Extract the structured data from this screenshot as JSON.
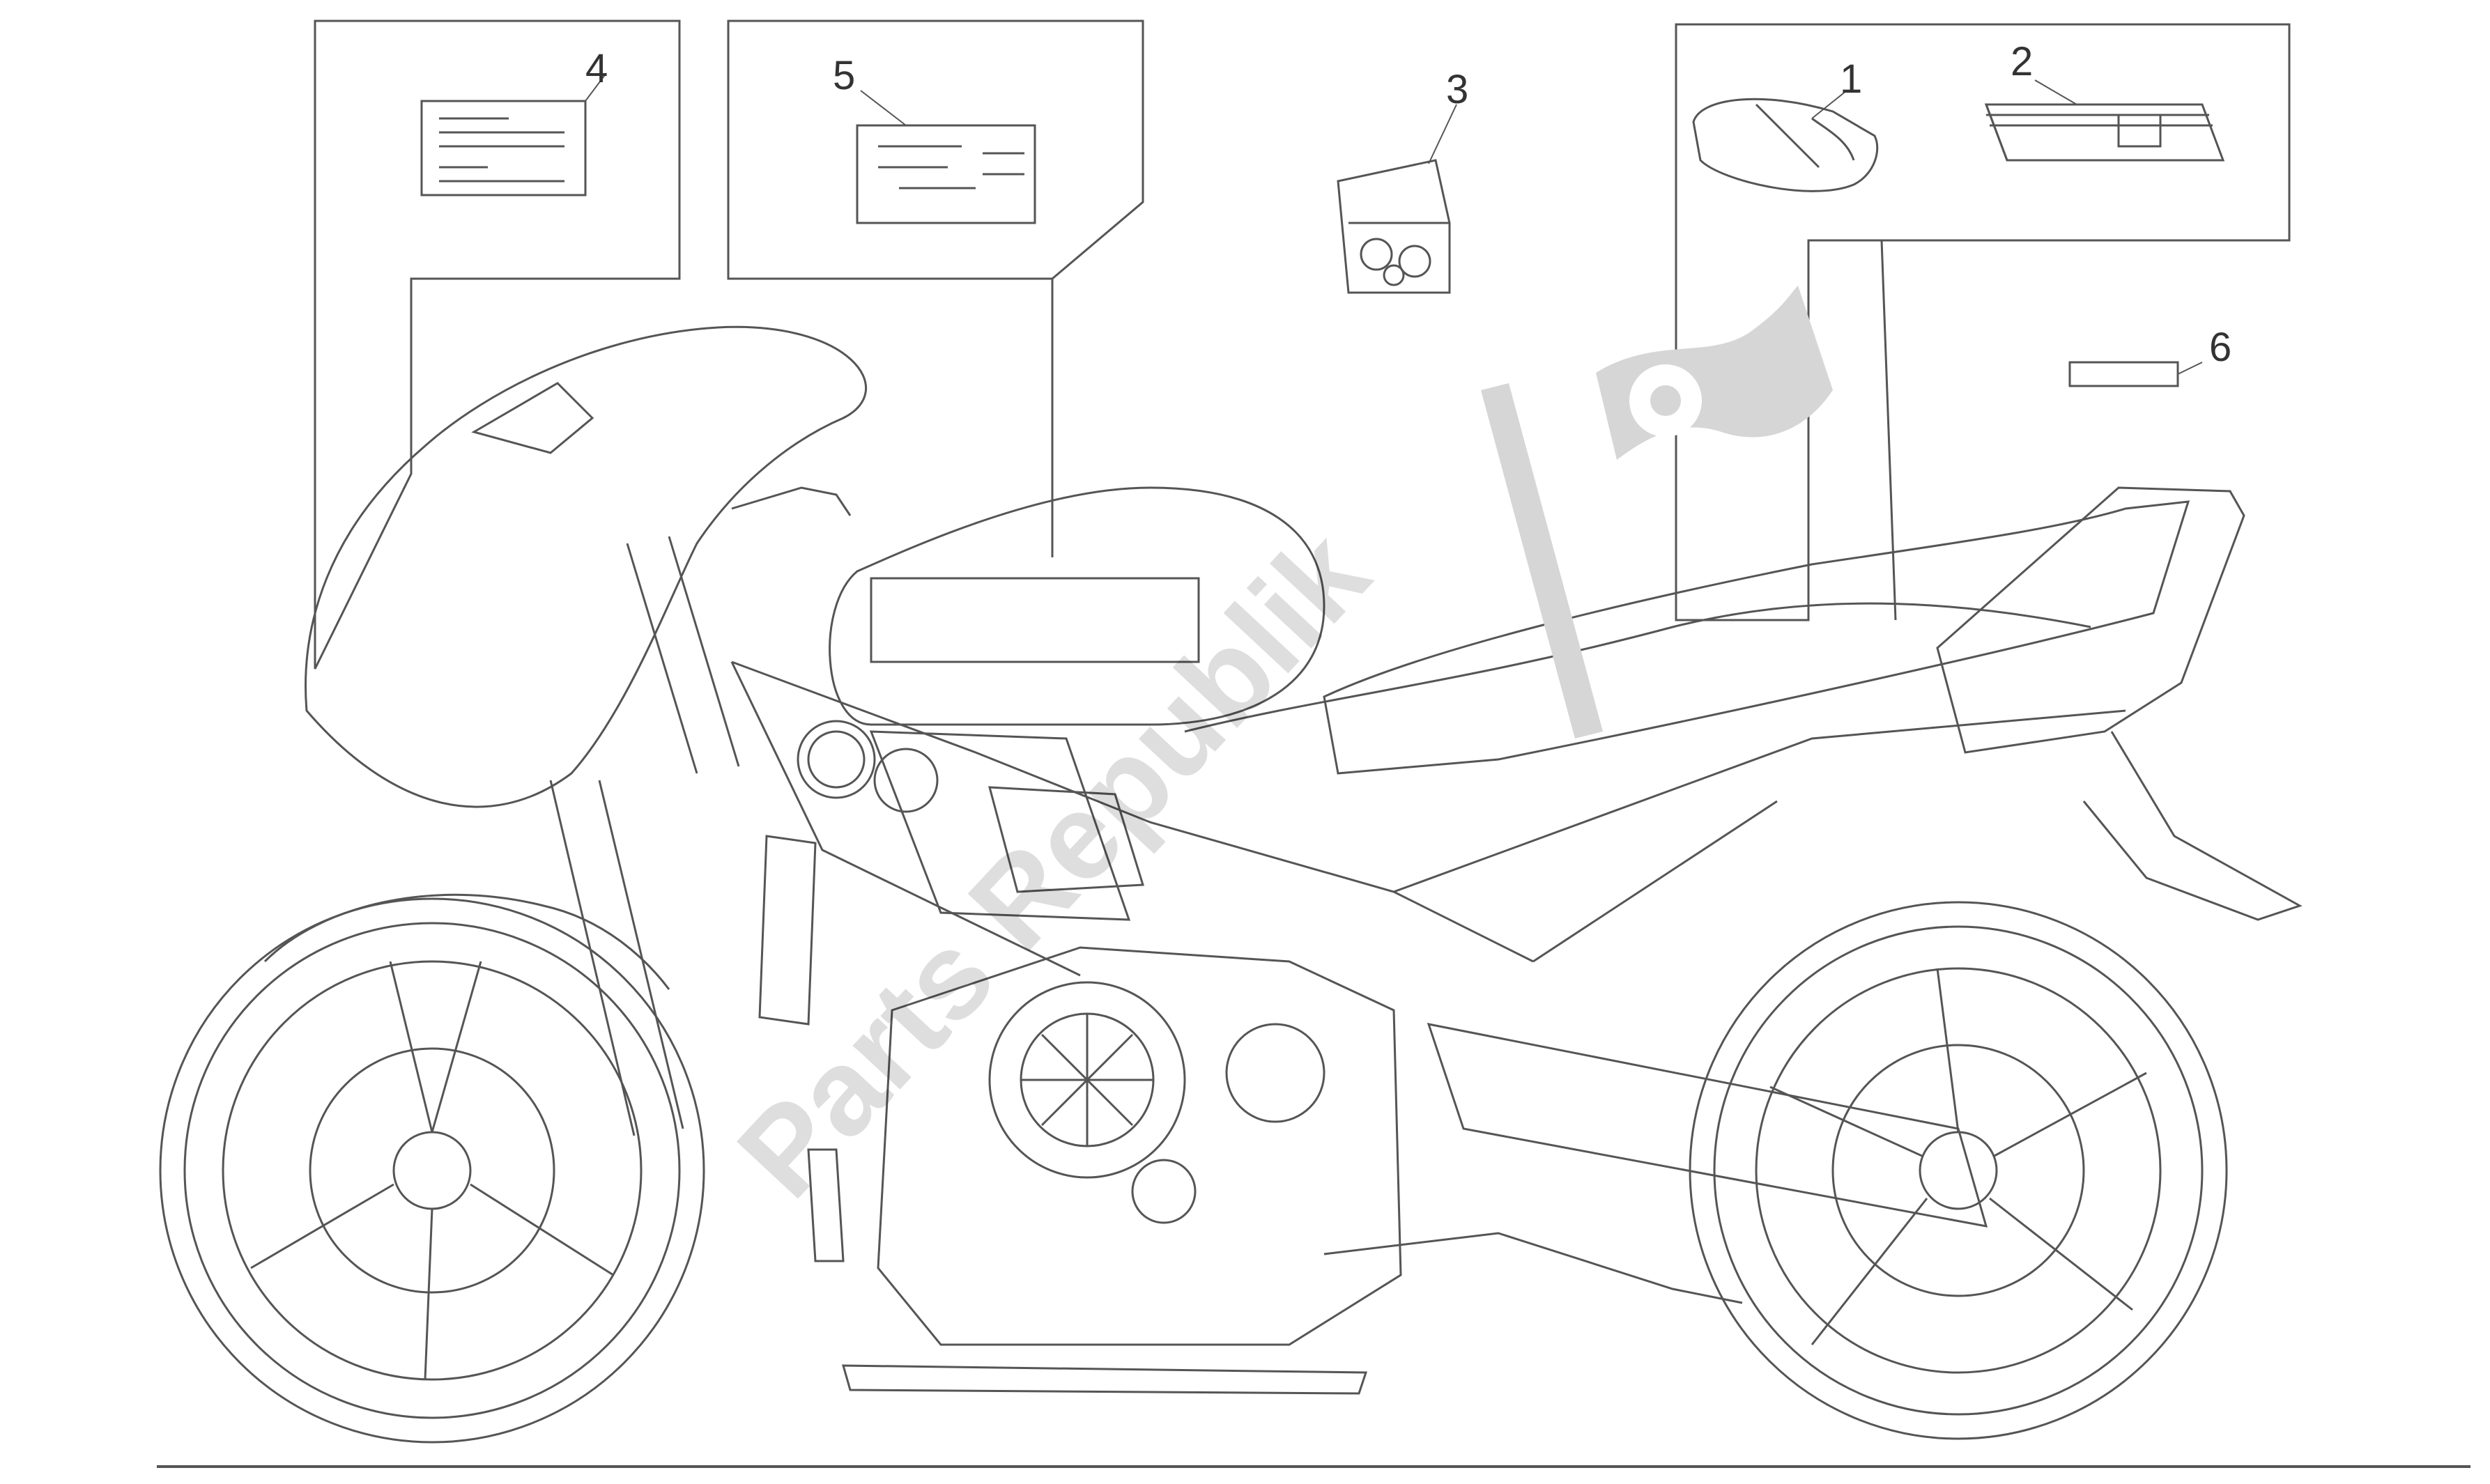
{
  "diagram": {
    "callouts": [
      {
        "id": "1",
        "label": "1"
      },
      {
        "id": "2",
        "label": "2"
      },
      {
        "id": "3",
        "label": "3"
      },
      {
        "id": "4",
        "label": "4"
      },
      {
        "id": "5",
        "label": "5"
      },
      {
        "id": "6",
        "label": "6"
      }
    ],
    "watermark": {
      "text": "Parts Republik",
      "icon": "gear-flag-logo"
    },
    "colors": {
      "line": "#555555",
      "background": "#ffffff",
      "watermark": "#cfcfcf"
    }
  }
}
